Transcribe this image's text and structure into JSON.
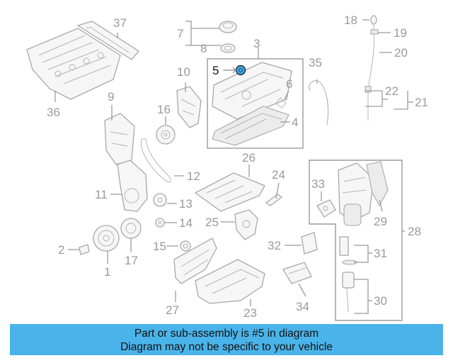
{
  "callouts": {
    "c1": "1",
    "c2": "2",
    "c3": "3",
    "c4": "4",
    "c5": "5",
    "c6": "6",
    "c7": "7",
    "c8": "8",
    "c9": "9",
    "c10": "10",
    "c11": "11",
    "c12": "12",
    "c13": "13",
    "c14": "14",
    "c15": "15",
    "c16": "16",
    "c17": "17",
    "c18": "18",
    "c19": "19",
    "c20": "20",
    "c21": "21",
    "c22": "22",
    "c23": "23",
    "c24": "24",
    "c25": "25",
    "c26": "26",
    "c27": "27",
    "c28": "28",
    "c29": "29",
    "c30": "30",
    "c31": "31",
    "c32": "32",
    "c33": "33",
    "c34": "34",
    "c35": "35",
    "c36": "36",
    "c37": "37"
  },
  "highlight": {
    "part_number": "5",
    "color": "#3fa9e6"
  },
  "banner": {
    "line1": "Part or sub-assembly is #5 in diagram",
    "line2": "Diagram may not be specific to your vehicle",
    "background": "#4ab4ea"
  }
}
